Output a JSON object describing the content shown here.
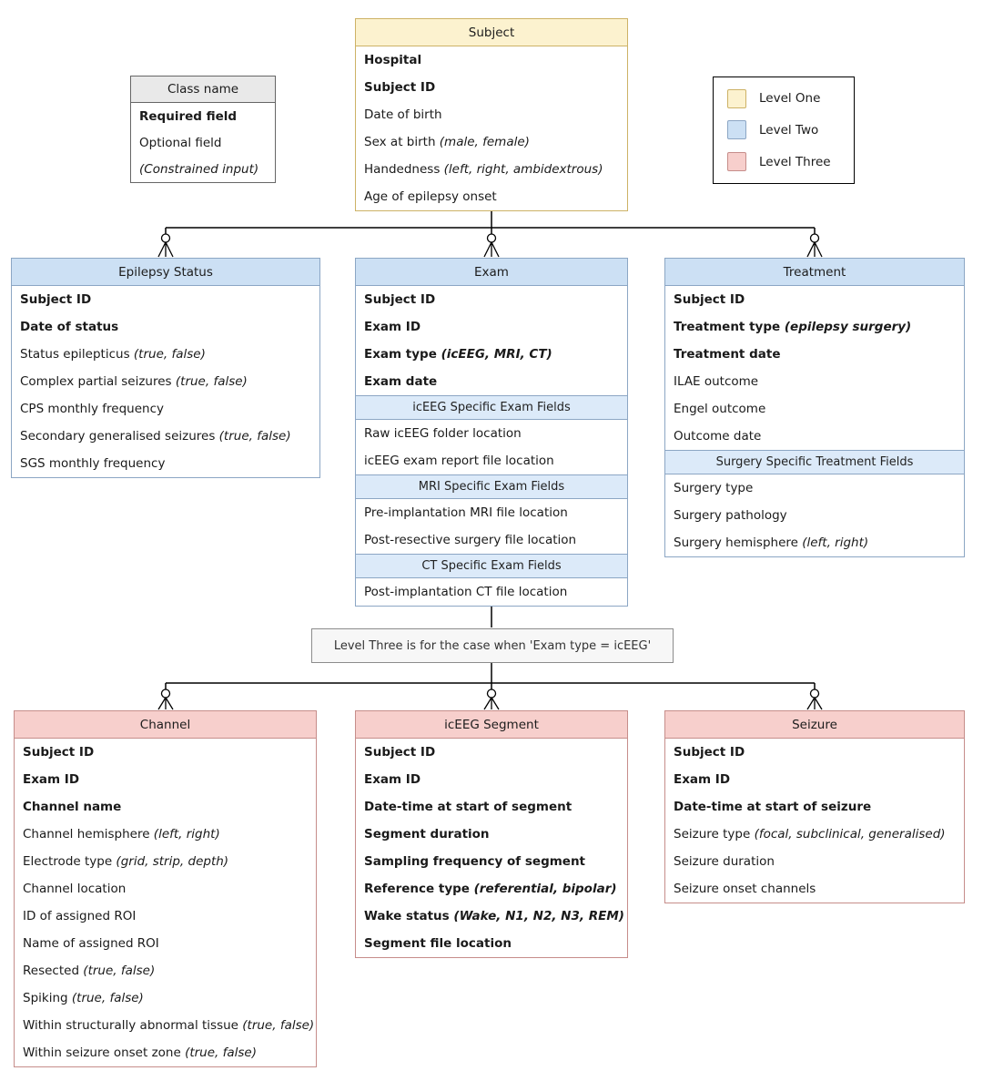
{
  "colors": {
    "level_one": {
      "fill": "#FCF2CF",
      "border": "#CDB266"
    },
    "level_two": {
      "fill": "#CCE0F4",
      "border": "#8CA6C4",
      "sub_fill": "#DCEAF9"
    },
    "level_three": {
      "fill": "#F7CFCC",
      "border": "#C68D8A"
    },
    "neutral_header": "#E9E9E9",
    "neutral_border": "#666666",
    "note_fill": "#F7F7F7",
    "note_border": "#8C8C8C",
    "line": "#000000"
  },
  "class_legend": {
    "title": "Class name",
    "rows": [
      {
        "label": "Required field",
        "style": "bold"
      },
      {
        "label": "Optional field",
        "style": "normal"
      },
      {
        "label": "(Constrained input)",
        "style": "italic"
      }
    ]
  },
  "level_legend": {
    "items": [
      {
        "label": "Level One",
        "level": "level_one"
      },
      {
        "label": "Level Two",
        "level": "level_two"
      },
      {
        "label": "Level Three",
        "level": "level_three"
      }
    ]
  },
  "note": {
    "text": "Level Three is for the case when 'Exam type = icEEG'"
  },
  "entities": [
    {
      "id": "subject",
      "title": "Subject",
      "level": "level_one",
      "rows": [
        {
          "type": "field",
          "label": "Hospital",
          "bold": true
        },
        {
          "type": "field",
          "label": "Subject ID",
          "bold": true
        },
        {
          "type": "field",
          "label": "Date of birth"
        },
        {
          "type": "field",
          "label": "Sex at birth",
          "constraint": "(male, female)"
        },
        {
          "type": "field",
          "label": "Handedness",
          "constraint": "(left, right, ambidextrous)"
        },
        {
          "type": "field",
          "label": "Age of epilepsy onset"
        }
      ]
    },
    {
      "id": "epilepsy-status",
      "title": "Epilepsy Status",
      "level": "level_two",
      "rows": [
        {
          "type": "field",
          "label": "Subject ID",
          "bold": true
        },
        {
          "type": "field",
          "label": "Date of status",
          "bold": true
        },
        {
          "type": "field",
          "label": "Status epilepticus",
          "constraint": "(true, false)"
        },
        {
          "type": "field",
          "label": "Complex partial seizures",
          "constraint": "(true, false)"
        },
        {
          "type": "field",
          "label": "CPS monthly frequency"
        },
        {
          "type": "field",
          "label": "Secondary generalised seizures",
          "constraint": "(true, false)"
        },
        {
          "type": "field",
          "label": "SGS monthly frequency"
        }
      ]
    },
    {
      "id": "exam",
      "title": "Exam",
      "level": "level_two",
      "rows": [
        {
          "type": "field",
          "label": "Subject ID",
          "bold": true
        },
        {
          "type": "field",
          "label": "Exam ID",
          "bold": true
        },
        {
          "type": "field",
          "label": "Exam type",
          "constraint": "(icEEG, MRI, CT)",
          "bold": true
        },
        {
          "type": "field",
          "label": "Exam date",
          "bold": true
        },
        {
          "type": "subheader",
          "label": "icEEG Specific Exam Fields"
        },
        {
          "type": "field",
          "label": "Raw icEEG folder location"
        },
        {
          "type": "field",
          "label": "icEEG exam report file location"
        },
        {
          "type": "subheader",
          "label": "MRI Specific Exam Fields"
        },
        {
          "type": "field",
          "label": "Pre-implantation MRI file location"
        },
        {
          "type": "field",
          "label": "Post-resective surgery file location"
        },
        {
          "type": "subheader",
          "label": "CT Specific Exam Fields"
        },
        {
          "type": "field",
          "label": "Post-implantation CT file location"
        }
      ]
    },
    {
      "id": "treatment",
      "title": "Treatment",
      "level": "level_two",
      "rows": [
        {
          "type": "field",
          "label": "Subject ID",
          "bold": true
        },
        {
          "type": "field",
          "label": "Treatment type",
          "constraint": "(epilepsy surgery)",
          "bold": true
        },
        {
          "type": "field",
          "label": "Treatment date",
          "bold": true
        },
        {
          "type": "field",
          "label": "ILAE outcome"
        },
        {
          "type": "field",
          "label": "Engel outcome"
        },
        {
          "type": "field",
          "label": "Outcome date"
        },
        {
          "type": "subheader",
          "label": "Surgery Specific Treatment  Fields"
        },
        {
          "type": "field",
          "label": "Surgery type"
        },
        {
          "type": "field",
          "label": "Surgery pathology"
        },
        {
          "type": "field",
          "label": "Surgery hemisphere",
          "constraint": "(left, right)"
        }
      ]
    },
    {
      "id": "channel",
      "title": "Channel",
      "level": "level_three",
      "rows": [
        {
          "type": "field",
          "label": "Subject ID",
          "bold": true
        },
        {
          "type": "field",
          "label": "Exam ID",
          "bold": true
        },
        {
          "type": "field",
          "label": "Channel name",
          "bold": true
        },
        {
          "type": "field",
          "label": "Channel hemisphere",
          "constraint": "(left, right)"
        },
        {
          "type": "field",
          "label": "Electrode type",
          "constraint": "(grid, strip, depth)"
        },
        {
          "type": "field",
          "label": "Channel location"
        },
        {
          "type": "field",
          "label": "ID of assigned ROI"
        },
        {
          "type": "field",
          "label": "Name of assigned ROI"
        },
        {
          "type": "field",
          "label": "Resected",
          "constraint": "(true, false)"
        },
        {
          "type": "field",
          "label": "Spiking",
          "constraint": "(true, false)"
        },
        {
          "type": "field",
          "label": "Within structurally abnormal tissue",
          "constraint": "(true, false)"
        },
        {
          "type": "field",
          "label": "Within seizure onset zone",
          "constraint": "(true, false)"
        }
      ]
    },
    {
      "id": "iceeg-segment",
      "title": "icEEG Segment",
      "level": "level_three",
      "rows": [
        {
          "type": "field",
          "label": "Subject ID",
          "bold": true
        },
        {
          "type": "field",
          "label": "Exam ID",
          "bold": true
        },
        {
          "type": "field",
          "label": "Date-time at start of segment",
          "bold": true
        },
        {
          "type": "field",
          "label": "Segment duration",
          "bold": true
        },
        {
          "type": "field",
          "label": "Sampling frequency of segment",
          "bold": true
        },
        {
          "type": "field",
          "label": "Reference type",
          "constraint": "(referential, bipolar)",
          "bold": true
        },
        {
          "type": "field",
          "label": "Wake status",
          "constraint": "(Wake, N1, N2, N3, REM)",
          "bold": true
        },
        {
          "type": "field",
          "label": "Segment file location",
          "bold": true
        }
      ]
    },
    {
      "id": "seizure",
      "title": "Seizure",
      "level": "level_three",
      "rows": [
        {
          "type": "field",
          "label": "Subject ID",
          "bold": true
        },
        {
          "type": "field",
          "label": "Exam ID",
          "bold": true
        },
        {
          "type": "field",
          "label": "Date-time at start of seizure",
          "bold": true
        },
        {
          "type": "field",
          "label": "Seizure type",
          "constraint": "(focal, subclinical, generalised)"
        },
        {
          "type": "field",
          "label": "Seizure duration"
        },
        {
          "type": "field",
          "label": "Seizure onset channels"
        }
      ]
    }
  ]
}
